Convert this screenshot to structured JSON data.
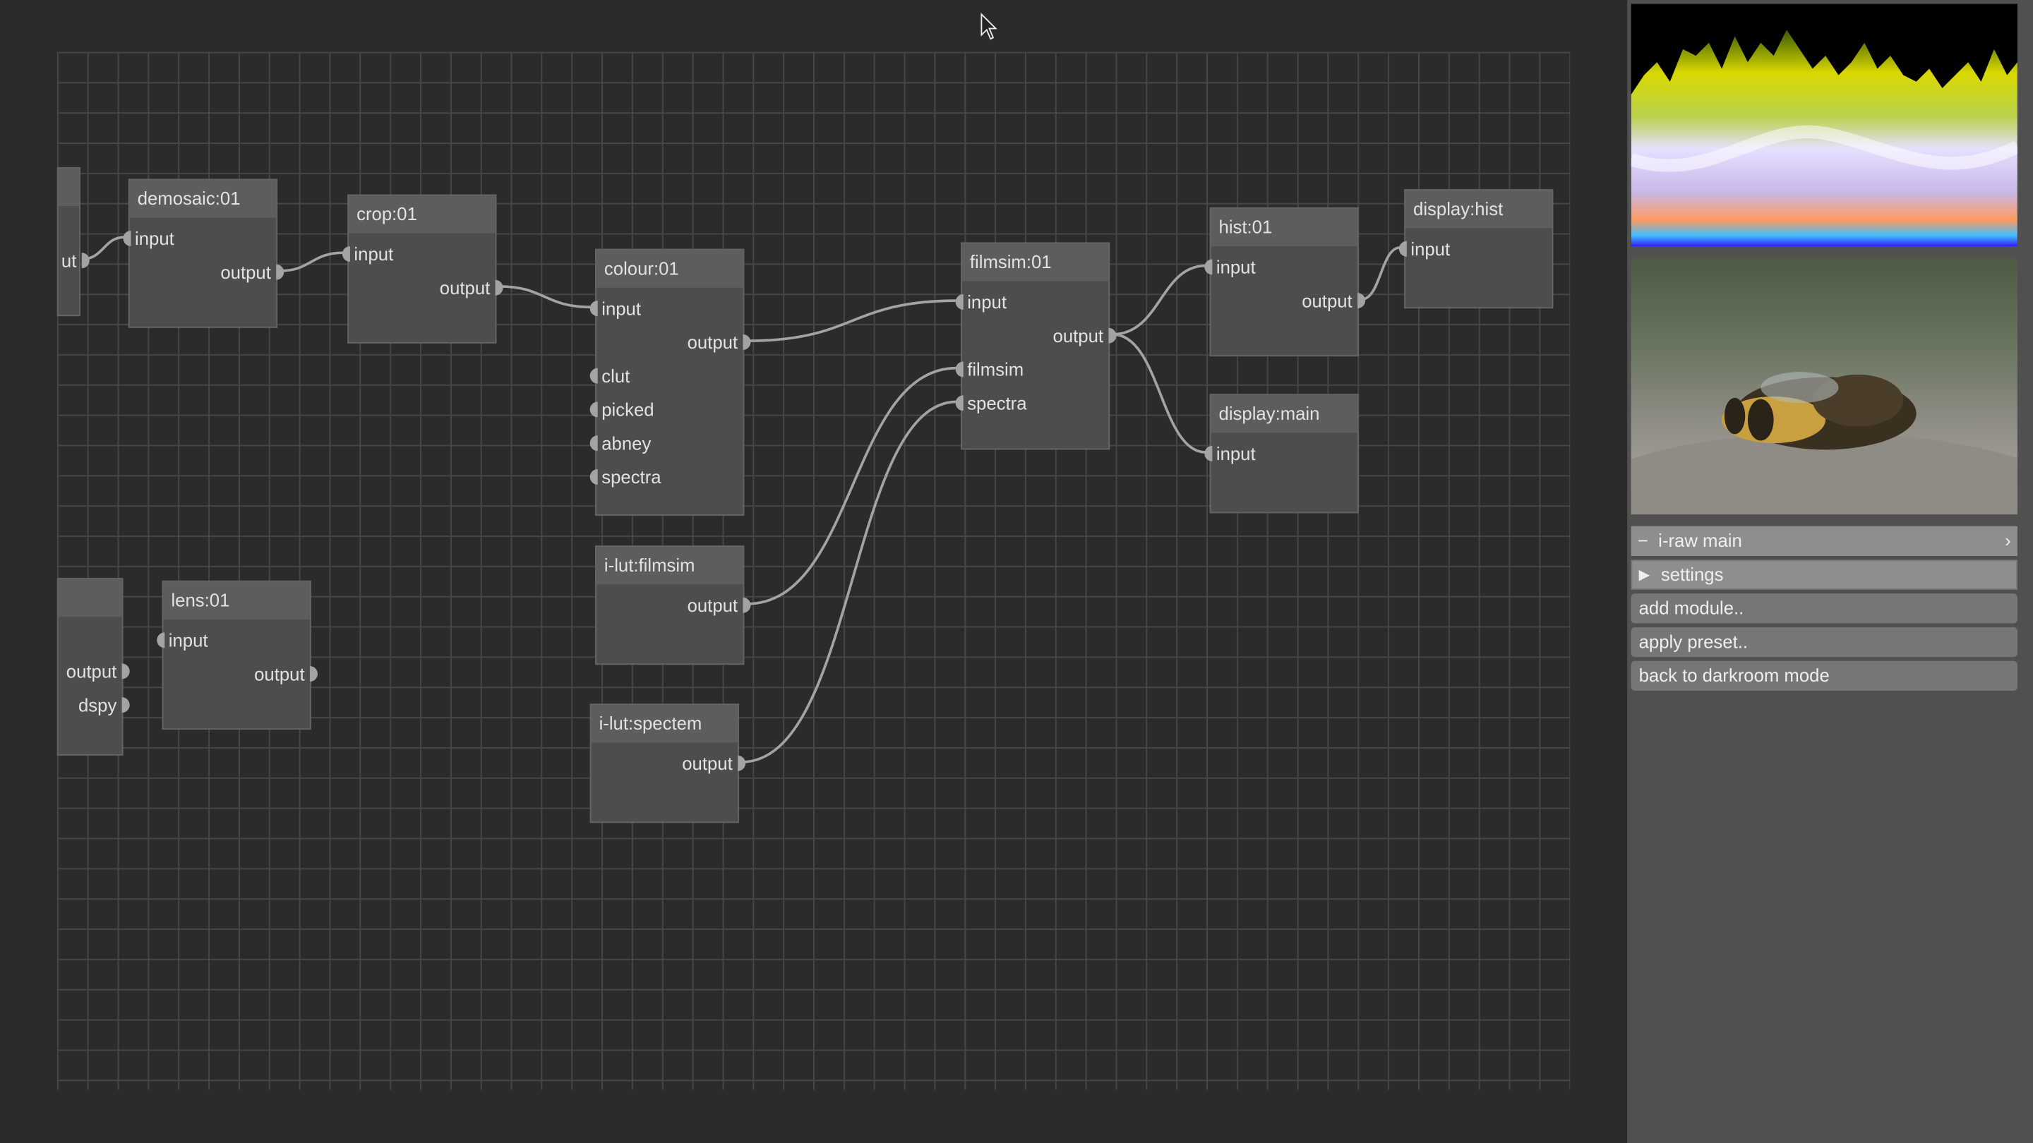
{
  "graph": {
    "nodes": {
      "partial_top": {
        "port_out": "ut"
      },
      "demosaic": {
        "title": "demosaic:01",
        "in": "input",
        "out": "output"
      },
      "crop": {
        "title": "crop:01",
        "in": "input",
        "out": "output"
      },
      "colour": {
        "title": "colour:01",
        "in": "input",
        "out": "output",
        "in2": "clut",
        "in3": "picked",
        "in4": "abney",
        "in5": "spectra"
      },
      "ilut_filmsim": {
        "title": "i-lut:filmsim",
        "out": "output"
      },
      "ilut_spectem": {
        "title": "i-lut:spectem",
        "out": "output"
      },
      "filmsim": {
        "title": "filmsim:01",
        "in": "input",
        "out": "output",
        "in2": "filmsim",
        "in3": "spectra"
      },
      "hist": {
        "title": "hist:01",
        "in": "input",
        "out": "output"
      },
      "display_hist": {
        "title": "display:hist",
        "in": "input"
      },
      "display_main": {
        "title": "display:main",
        "in": "input"
      },
      "partial_bottom": {
        "out": "output",
        "out2": "dspy"
      },
      "lens": {
        "title": "lens:01",
        "in": "input",
        "out": "output"
      }
    }
  },
  "panel": {
    "graph_name": "i-raw main",
    "collapse_icon": "minus-icon",
    "next_icon": "chevron-right-icon",
    "settings_label": "settings",
    "settings_icon": "triangle-right-icon",
    "add_module": "add module..",
    "apply_preset": "apply preset..",
    "back": "back to darkroom mode"
  },
  "colors": {
    "background": "#2b2b2b",
    "node": "#4d4d4d",
    "node_header": "#5d5d5d",
    "panel": "#505050",
    "wire": "#a3a3a3"
  }
}
